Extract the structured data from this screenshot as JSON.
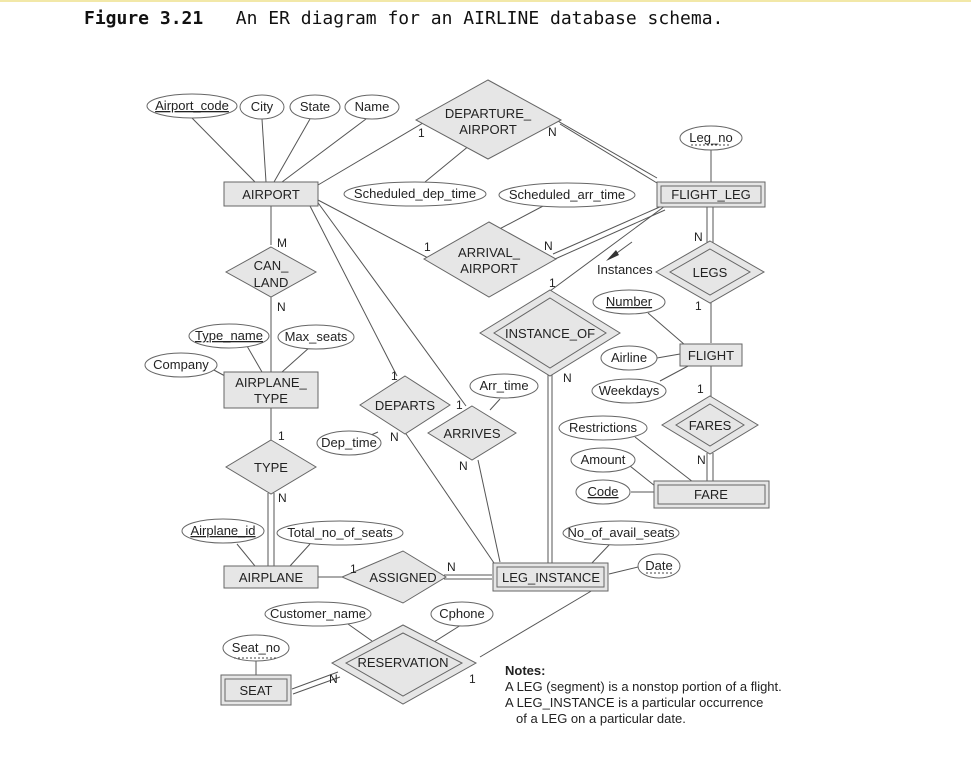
{
  "figure": {
    "number": "Figure 3.21",
    "title": "An ER diagram for an AIRLINE database schema."
  },
  "entities": {
    "airport": "AIRPORT",
    "flight_leg": "FLIGHT_LEG",
    "airplane_type_1": "AIRPLANE_",
    "airplane_type_2": "TYPE",
    "flight": "FLIGHT",
    "fare": "FARE",
    "airplane": "AIRPLANE",
    "leg_instance": "LEG_INSTANCE",
    "seat": "SEAT"
  },
  "relationships": {
    "departure_airport_1": "DEPARTURE_",
    "departure_airport_2": "AIRPORT",
    "arrival_airport_1": "ARRIVAL_",
    "arrival_airport_2": "AIRPORT",
    "can_land_1": "CAN_",
    "can_land_2": "LAND",
    "legs": "LEGS",
    "instance_of": "INSTANCE_OF",
    "departs": "DEPARTS",
    "arrives": "ARRIVES",
    "fares": "FARES",
    "type": "TYPE",
    "assigned": "ASSIGNED",
    "reservation": "RESERVATION"
  },
  "attributes": {
    "airport_code": "Airport_code",
    "city": "City",
    "state": "State",
    "name": "Name",
    "leg_no": "Leg_no",
    "scheduled_dep_time": "Scheduled_dep_time",
    "scheduled_arr_time": "Scheduled_arr_time",
    "type_name": "Type_name",
    "max_seats": "Max_seats",
    "company": "Company",
    "number": "Number",
    "airline": "Airline",
    "weekdays": "Weekdays",
    "arr_time": "Arr_time",
    "dep_time": "Dep_time",
    "restrictions": "Restrictions",
    "amount": "Amount",
    "code": "Code",
    "airplane_id": "Airplane_id",
    "total_no_of_seats": "Total_no_of_seats",
    "no_of_avail_seats": "No_of_avail_seats",
    "date": "Date",
    "customer_name": "Customer_name",
    "cphone": "Cphone",
    "seat_no": "Seat_no"
  },
  "annotations": {
    "instances": "Instances"
  },
  "cardinalities": {
    "dep_airport_side": "1",
    "dep_flightleg_side": "N",
    "arr_airport_side": "1",
    "arr_flightleg_side": "N",
    "canland_airport_side": "M",
    "canland_type_side": "N",
    "legs_flightleg_side": "N",
    "legs_flight_side": "1",
    "instanceof_flightleg_side": "1",
    "instanceof_leginstance_side": "N",
    "departs_airport_side": "1",
    "departs_leginstance_side": "N",
    "arrives_airport_side": "1",
    "arrives_leginstance_side": "N",
    "fares_flight_side": "1",
    "fares_fare_side": "N",
    "type_airplanetype_side": "1",
    "type_airplane_side": "N",
    "assigned_airplane_side": "1",
    "assigned_leginstance_side": "N",
    "reservation_seat_side": "N",
    "reservation_leginstance_side": "1"
  },
  "notes": {
    "heading": "Notes:",
    "line1": "A LEG (segment) is a nonstop portion of a flight.",
    "line2": "A LEG_INSTANCE is a particular occurrence",
    "line3": "of a LEG on a particular date."
  }
}
